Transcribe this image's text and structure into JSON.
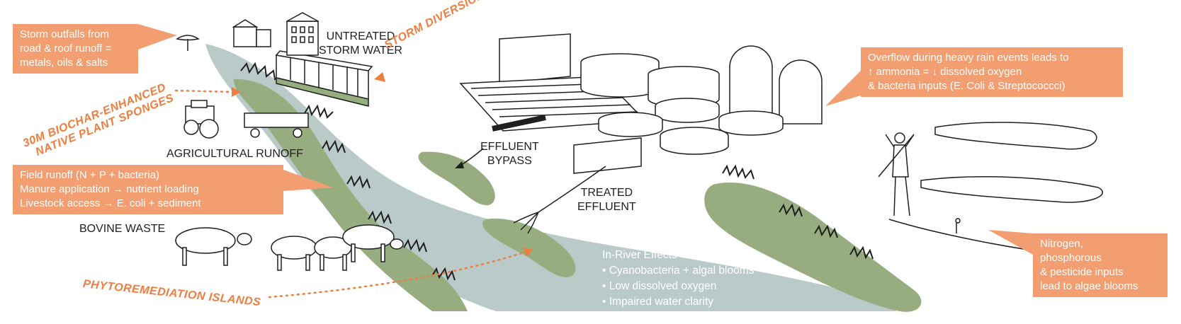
{
  "callouts": {
    "storm": [
      "Storm outfalls from",
      "road & roof runoff =",
      "metals, oils & salts"
    ],
    "field": [
      "Field runoff (N + P + bacteria)",
      "Manure application → nutrient loading",
      "Livestock access → E. coli + sediment"
    ],
    "overflow": [
      "Overflow during heavy rain events leads to",
      "↑ ammonia = ↓ dissolved oxygen",
      "& bacteria inputs (E. Coli & Streptococcci)"
    ],
    "nitrogen": [
      "Nitrogen,",
      "phosphorous",
      "& pesticide inputs",
      "lead to algae blooms"
    ]
  },
  "labels": {
    "untreated": [
      "UNTREATED",
      "STORM WATER"
    ],
    "agricultural": "AGRICULTURAL RUNOFF",
    "bovine": "BOVINE WASTE",
    "effluent_bypass": [
      "EFFLUENT",
      "BYPASS"
    ],
    "treated": [
      "TREATED",
      "EFFLUENT"
    ]
  },
  "orange_labels": {
    "storm_diversion": "STORM DIVERSION",
    "biochar": [
      "30M BIOCHAR-ENHANCED",
      "NATIVE PLANT SPONGES"
    ],
    "phyto": "PHYTOREMEDIATION ISLANDS"
  },
  "in_river": {
    "title": "In-River Effects",
    "items": [
      "• Cyanobacteria + algal blooms",
      "• Low dissolved oxygen",
      "• Impaired water clarity"
    ]
  },
  "colors": {
    "river": "#b9cac8",
    "vegetation": "#97ad80",
    "accent": "#ee7d3f",
    "callout": "#f29e70",
    "ink": "#1f1f1f"
  }
}
